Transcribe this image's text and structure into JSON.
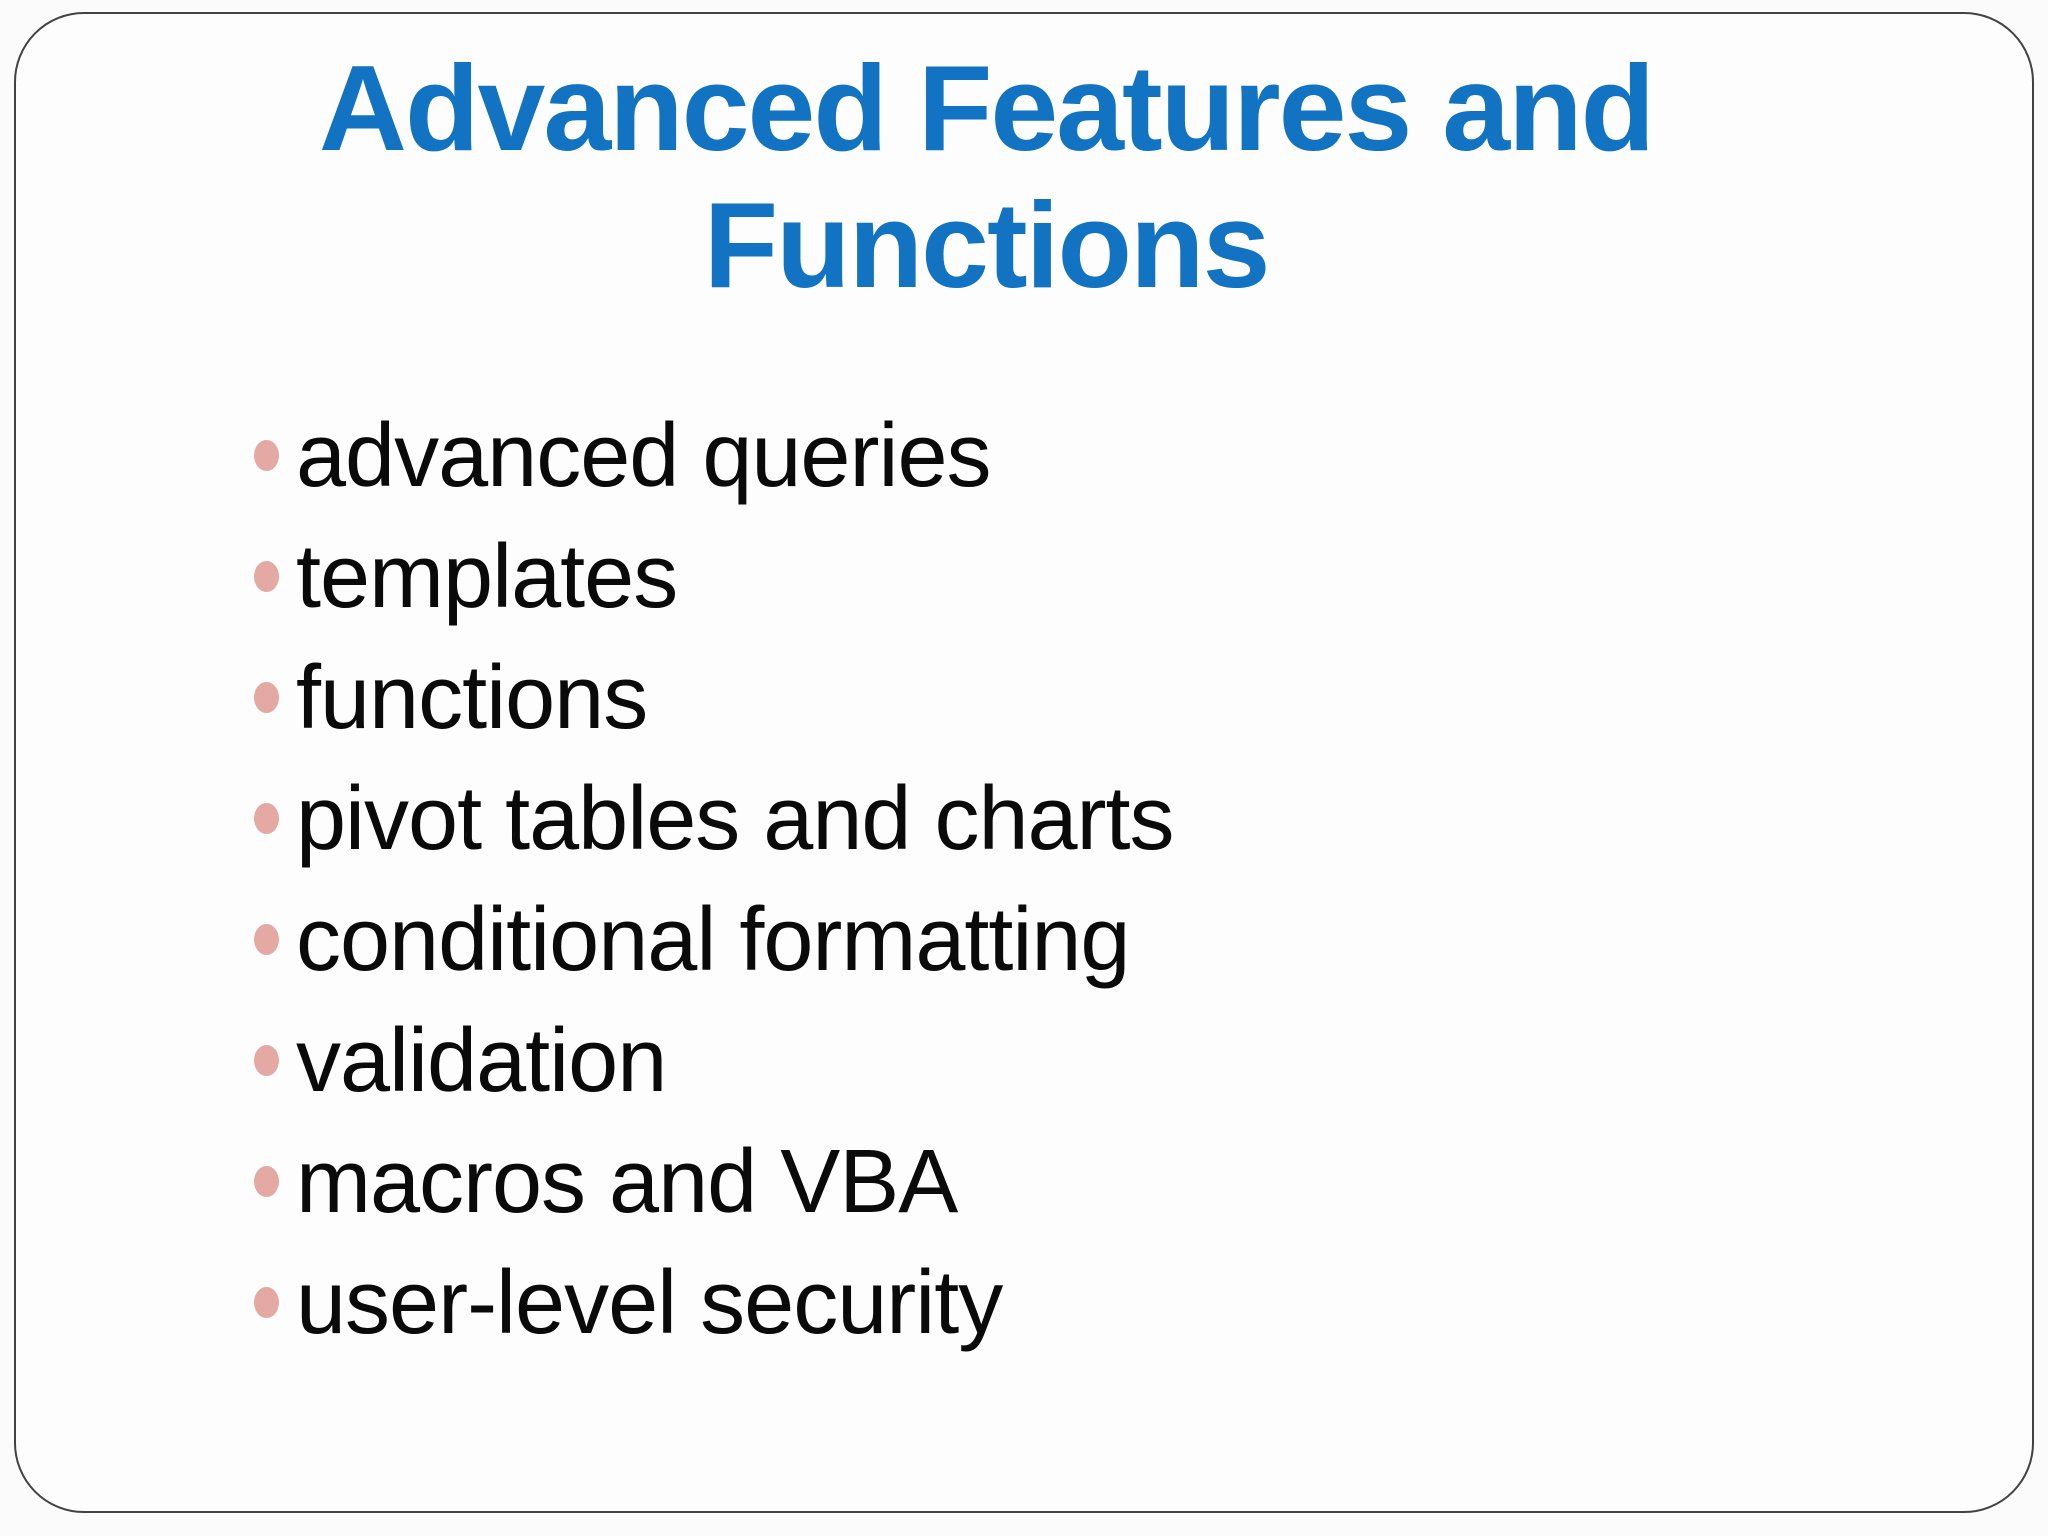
{
  "slide": {
    "title": {
      "line1": "Advanced Features and",
      "line2": "Functions"
    },
    "bullets": [
      "advanced queries",
      "templates",
      "functions",
      "pivot tables and charts",
      "conditional formatting",
      "validation",
      "macros and VBA",
      "user-level security"
    ],
    "colors": {
      "title": "#1173c1",
      "text": "#0a0a0a",
      "bullet": "#e5a9a4",
      "border": "#424242",
      "slide_background": "#fdfdfe"
    }
  }
}
